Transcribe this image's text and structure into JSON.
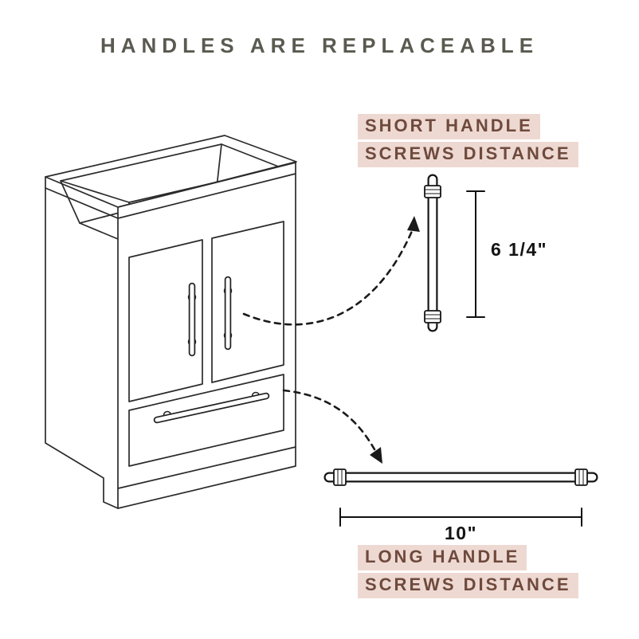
{
  "title": "HANDLES ARE REPLACEABLE",
  "short_handle": {
    "label_line1": "SHORT HANDLE",
    "label_line2": "SCREWS DISTANCE",
    "dimension": "6 1/4\""
  },
  "long_handle": {
    "label_line1": "LONG HANDLE",
    "label_line2": "SCREWS DISTANCE",
    "dimension": "10\""
  },
  "colors": {
    "background": "#ffffff",
    "line_art": "#2b2b2b",
    "title_text": "#5b5a50",
    "label_text": "#6e4a3d",
    "label_highlight": "#eed9d2",
    "dimension_text": "#141414"
  }
}
